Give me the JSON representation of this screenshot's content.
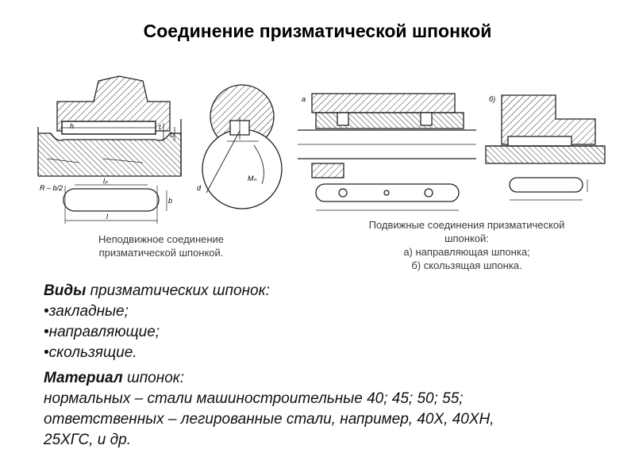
{
  "title": "Соединение призматической шпонкой",
  "figure_left_caption": [
    "Неподвижное соединение",
    "призматической шпонкой."
  ],
  "figure_right_caption": [
    "Подвижные соединения призматической",
    "шпонкой:",
    "а) направляющая шпонка;",
    "б) скользящая шпонка."
  ],
  "figure_labels": {
    "h": "h",
    "t": "t",
    "t1": "t₁",
    "lp": "lₚ",
    "l": "l",
    "b": "b",
    "R": "R – b/2",
    "M": "Mₙ",
    "d": "d",
    "a": "a",
    "b_view": "б)"
  },
  "types": {
    "heading_bold": "Виды",
    "heading_rest": " призматических шпонок:",
    "items": [
      "•закладные;",
      "•направляющие;",
      "•скользящие."
    ]
  },
  "material": {
    "heading_bold": "Материал",
    "heading_rest": " шпонок:",
    "lines": [
      "нормальных – стали машиностроительные 40; 45; 50; 55;",
      "ответственных – легированные стали, например, 40Х, 40ХН,",
      "25ХГС, и др."
    ]
  }
}
